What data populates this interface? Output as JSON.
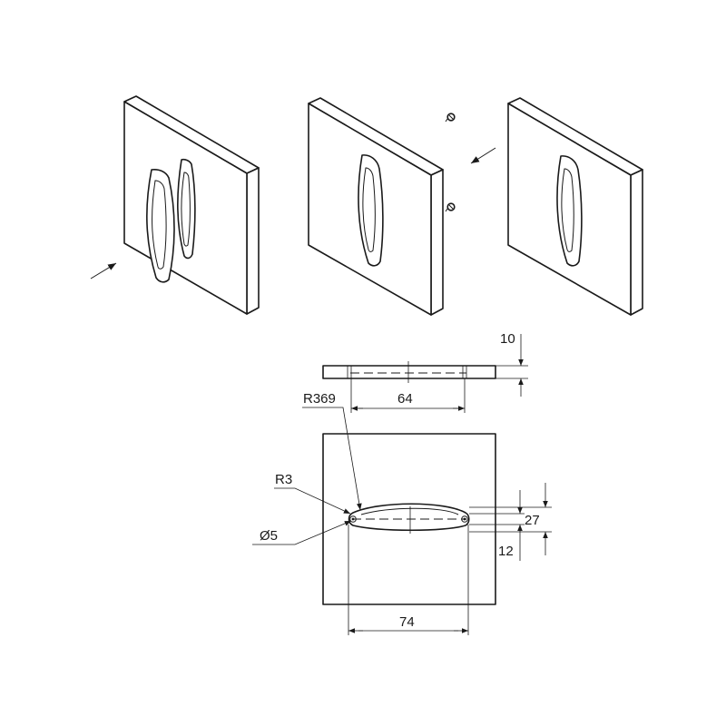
{
  "dimensions": {
    "thickness": "10",
    "hole_spacing": "64",
    "arc_radius": "R369",
    "end_radius": "R3",
    "hole_diameter": "Ø5",
    "handle_height": "27",
    "hole_offset": "12",
    "handle_length": "74"
  },
  "icons": {
    "insert_arrow": "arrow-icon",
    "screw": "screw-icon"
  }
}
